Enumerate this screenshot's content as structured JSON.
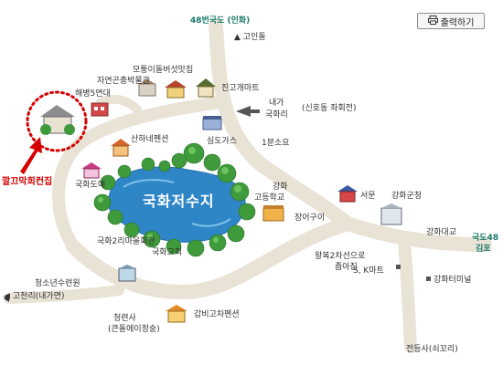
{
  "toolbar": {
    "print_label": "출력하기"
  },
  "roads": {
    "route48_north": "48번국도 (인화)",
    "goindol": "▲ 고인돌",
    "naega": "내가",
    "naega2": "국화리",
    "shinhwa": "(신호동 좌회전)",
    "one_min": "1분소요",
    "route48_east": "국도48",
    "gimpo": "김포",
    "gangwha_bridge": "강화대교",
    "wangbok": "왕복2차선으로",
    "narrow": "좁아짐",
    "gocheonri": "◀ 고천리(내가면)",
    "jeondeungsa": "전등사(쇠꼬리)"
  },
  "places": {
    "mushroom": "모퉁이돌버섯맛집",
    "museum": "자연곤충박물관",
    "marine": "해병5연대",
    "jingo_mart": "진고개마트",
    "pension_sanha": "산하네펜션",
    "simdo_gas": "심도가스",
    "gukhwado": "국화도예",
    "my_house": "깔끄막희컨집",
    "lake": "국화저수지",
    "gangwha_hs": "강화",
    "gangwha_hs2": "고등학교",
    "jangeogui": "장어구이",
    "seomun": "서문",
    "gunchung": "강화군청",
    "village_hall": "국화2리마을회관",
    "church": "국화교회",
    "youth_center": "청소년수련원",
    "cheongryeonsa": "청련사",
    "cheongryeonsa2": "(큰돌에이정숭)",
    "galbi_pension": "갑비고차펜션",
    "sk_mart": "S, K마트",
    "terminal": "강화터미널"
  },
  "colors": {
    "road": "#e9e3d6",
    "lake": "#2f86c6",
    "tree": "#3e9a3a",
    "marker": "#d40000",
    "label_green": "#1a7a6a"
  }
}
